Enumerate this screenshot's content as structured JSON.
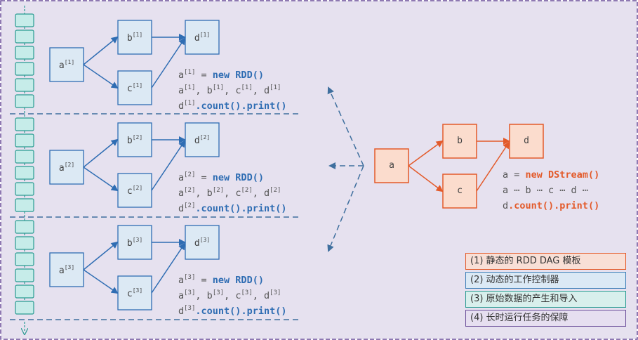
{
  "groups": [
    {
      "a": "a",
      "b": "b",
      "c": "c",
      "d": "d",
      "sup": "[1]",
      "line1_eq": " = ",
      "line1_new": "new RDD()",
      "line2": ", ",
      "line3_count": ".count()",
      "line3_print": ".print()"
    },
    {
      "a": "a",
      "b": "b",
      "c": "c",
      "d": "d",
      "sup": "[2]",
      "line1_eq": " = ",
      "line1_new": "new RDD()",
      "line2": ", ",
      "line3_count": ".count()",
      "line3_print": ".print()"
    },
    {
      "a": "a",
      "b": "b",
      "c": "c",
      "d": "d",
      "sup": "[3]",
      "line1_eq": " = ",
      "line1_new": "new RDD()",
      "line2": ", ",
      "line3_count": ".count()",
      "line3_print": ".print()"
    }
  ],
  "template": {
    "a": "a",
    "b": "b",
    "c": "c",
    "d": "d",
    "line1_a": "a",
    "line1_eq": " = ",
    "line1_new": "new DStream()",
    "line2": "a ⋯ b ⋯ c ⋯ d ⋯",
    "line3_d": "d",
    "line3_count": ".count()",
    "line3_print": ".print()"
  },
  "legend": [
    {
      "text": "(1)  静态的 RDD DAG 模板",
      "color": "#e35a2a",
      "bg": "#f8dfd6"
    },
    {
      "text": "(2)  动态的工作控制器",
      "color": "#3f7fb8",
      "bg": "#dbe9f5"
    },
    {
      "text": "(3)  原始数据的产生和导入",
      "color": "#2a9b92",
      "bg": "#d8efec"
    },
    {
      "text": "(4)  长时运行任务的保障",
      "color": "#6c4f9a",
      "bg": "#e6dff0"
    }
  ],
  "colors": {
    "background": "#e6e1ef",
    "frame": "#6c4f9a",
    "rdd_node_fill": "#dce9f4",
    "rdd_node_stroke": "#2f6db3",
    "dstream_node_fill": "#fbdccd",
    "dstream_node_stroke": "#e35a2a",
    "stream_cell_fill": "#c6ece9",
    "stream_cell_stroke": "#2a9b92"
  }
}
